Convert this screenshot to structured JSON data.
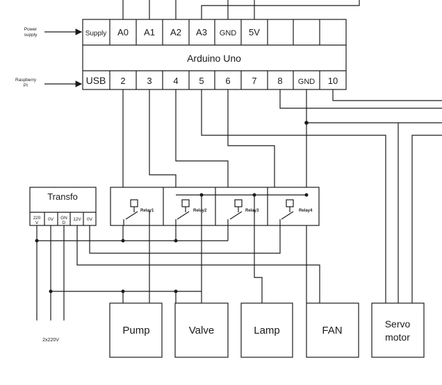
{
  "arduino": {
    "title": "Arduino Uno",
    "top_pins": [
      "Supply",
      "A0",
      "A1",
      "A2",
      "A3",
      "GND",
      "5V",
      "",
      "",
      ""
    ],
    "bottom_pins": [
      "USB",
      "2",
      "3",
      "4",
      "5",
      "6",
      "7",
      "8",
      "GND",
      "10"
    ]
  },
  "inputs": {
    "power": [
      "Power",
      "supply"
    ],
    "raspberry": [
      "Raspberry",
      "PI"
    ]
  },
  "transfo": {
    "title": "Transfo",
    "terminals": [
      "220 V",
      "0V",
      "GN D",
      "12V",
      "0V"
    ],
    "terminal_lines": [
      [
        "220",
        "V"
      ],
      [
        "0V"
      ],
      [
        "GN",
        "D"
      ],
      [
        "12V"
      ],
      [
        "0V"
      ]
    ]
  },
  "relays": [
    "Relay1",
    "Relay2",
    "Relay3",
    "Relay4"
  ],
  "loads": [
    "Pump",
    "Valve",
    "Lamp",
    "FAN"
  ],
  "servo": [
    "Servo",
    "motor"
  ],
  "mains_label": "2x220V"
}
